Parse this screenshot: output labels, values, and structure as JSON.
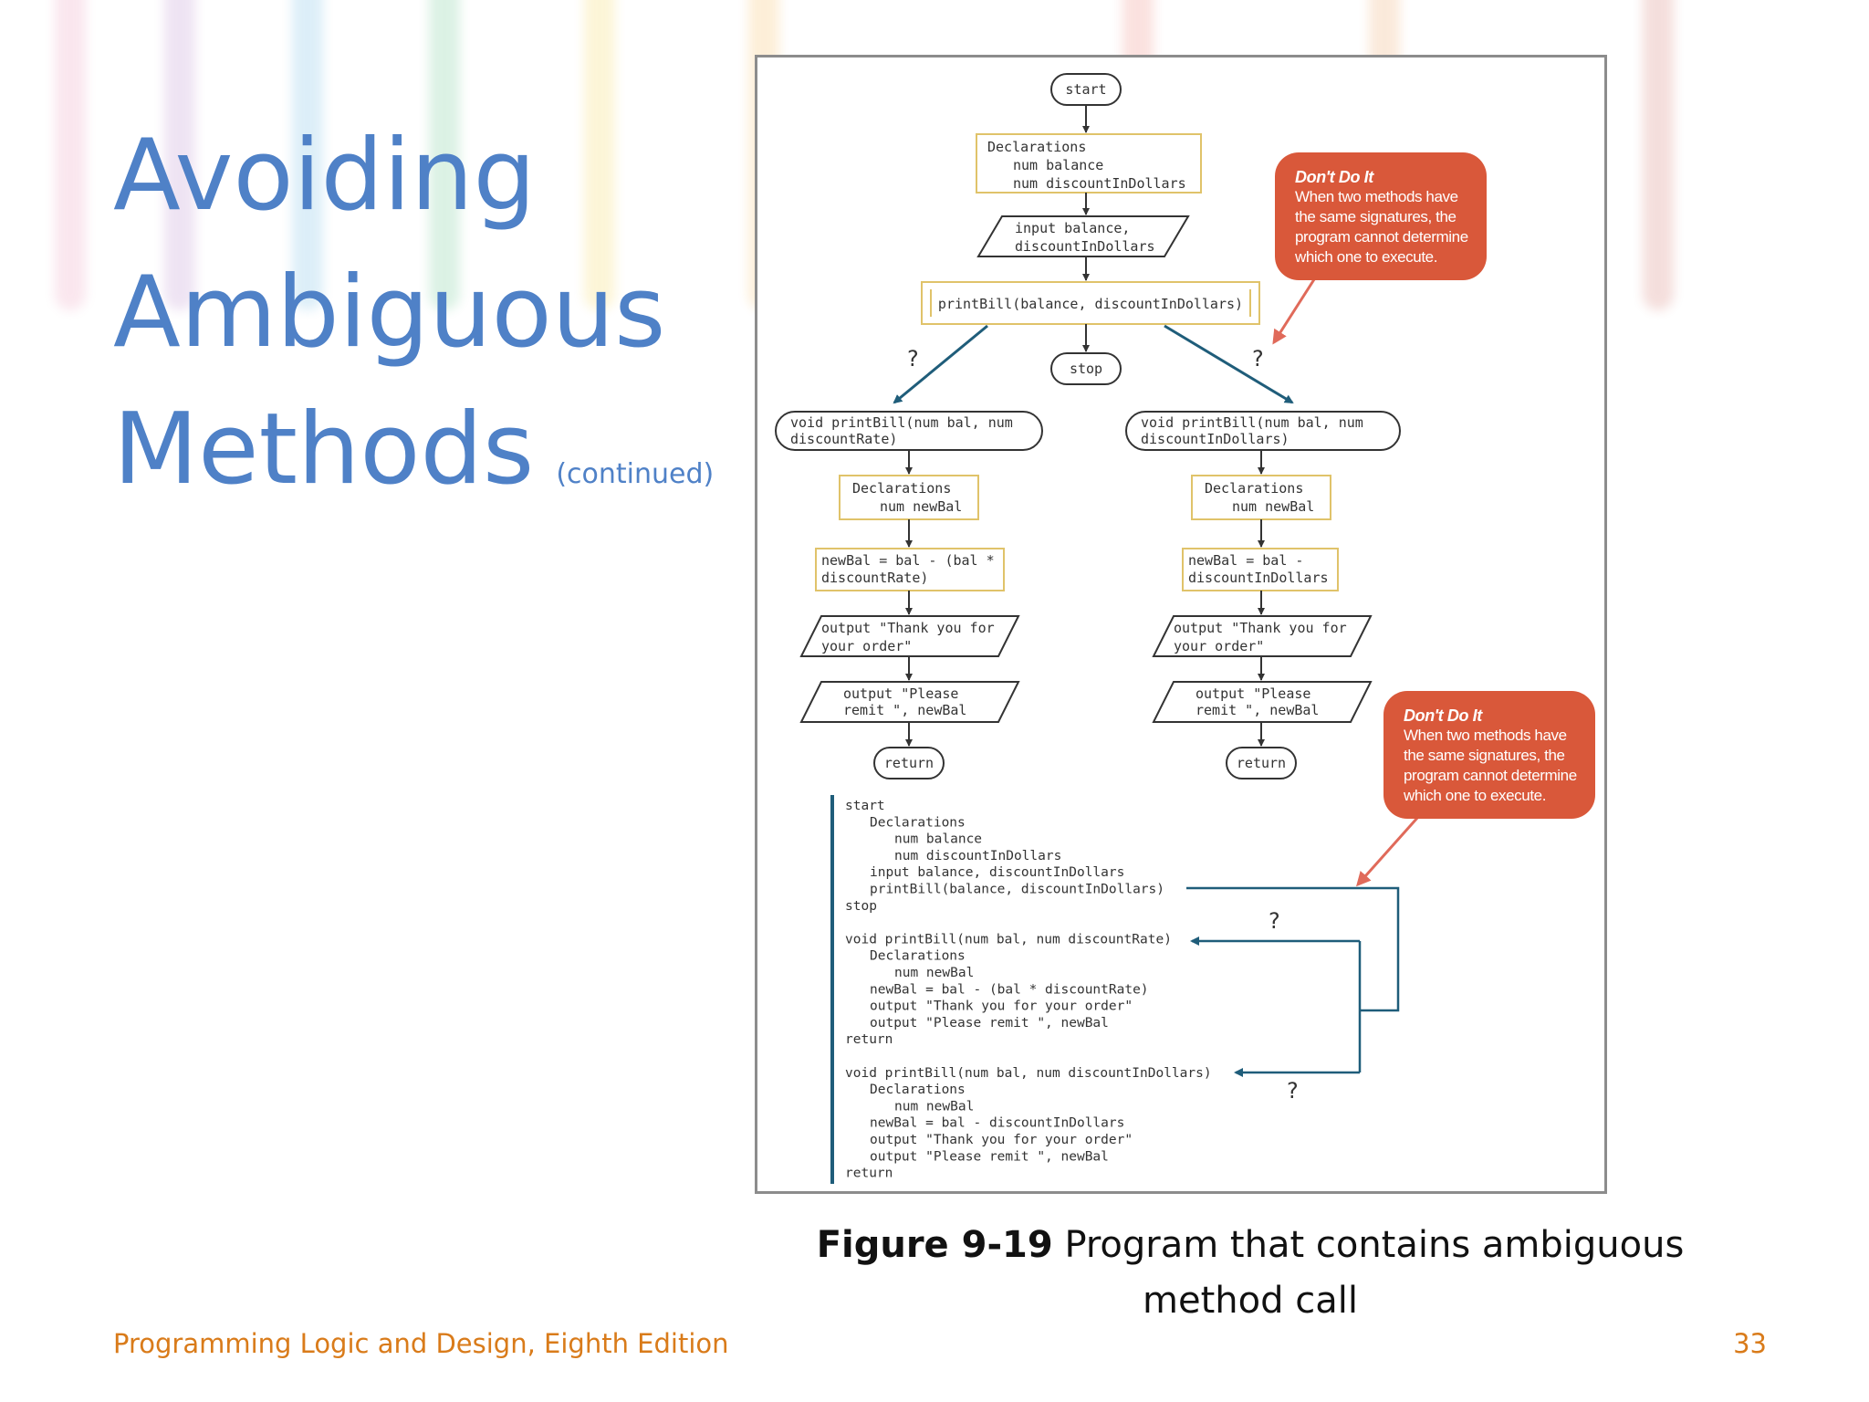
{
  "title": {
    "lines": [
      "Avoiding",
      "Ambiguous",
      "Methods"
    ],
    "continued": "(continued)"
  },
  "flowchart": {
    "start": "start",
    "declarations": [
      "Declarations",
      "num balance",
      "num discountInDollars"
    ],
    "input": [
      "input balance,",
      "discountInDollars"
    ],
    "call": "printBill(balance, discountInDollars)",
    "stop": "stop",
    "question_mark": "?",
    "left_method": {
      "header": [
        "void printBill(num bal, num",
        "discountRate)"
      ],
      "declarations": [
        "Declarations",
        "num newBal"
      ],
      "calc": [
        "newBal = bal - (bal *",
        "discountRate)"
      ],
      "output1": [
        "output \"Thank you for",
        "your order\""
      ],
      "output2": [
        "output \"Please",
        "remit \", newBal"
      ],
      "return": "return"
    },
    "right_method": {
      "header": [
        "void printBill(num bal, num",
        "discountInDollars)"
      ],
      "declarations": [
        "Declarations",
        "num newBal"
      ],
      "calc": [
        "newBal = bal -",
        "discountInDollars"
      ],
      "output1": [
        "output \"Thank you for",
        "your order\""
      ],
      "output2": [
        "output \"Please",
        "remit \", newBal"
      ],
      "return": "return"
    }
  },
  "pseudocode": [
    {
      "text": "start",
      "indent": 0
    },
    {
      "text": "Declarations",
      "indent": 1
    },
    {
      "text": "num balance",
      "indent": 2
    },
    {
      "text": "num discountInDollars",
      "indent": 2
    },
    {
      "text": "input balance, discountInDollars",
      "indent": 1
    },
    {
      "text": "printBill(balance, discountInDollars)",
      "indent": 1
    },
    {
      "text": "stop",
      "indent": 0
    },
    {
      "text": "",
      "indent": 0
    },
    {
      "text": "void printBill(num bal, num discountRate)",
      "indent": 0
    },
    {
      "text": "Declarations",
      "indent": 1
    },
    {
      "text": "num newBal",
      "indent": 2
    },
    {
      "text": "newBal = bal - (bal * discountRate)",
      "indent": 1
    },
    {
      "text": "output \"Thank you for your order\"",
      "indent": 1
    },
    {
      "text": "output \"Please remit \", newBal",
      "indent": 1
    },
    {
      "text": "return",
      "indent": 0
    },
    {
      "text": "",
      "indent": 0
    },
    {
      "text": "void printBill(num bal, num discountInDollars)",
      "indent": 0
    },
    {
      "text": "Declarations",
      "indent": 1
    },
    {
      "text": "num newBal",
      "indent": 2
    },
    {
      "text": "newBal = bal - discountInDollars",
      "indent": 1
    },
    {
      "text": "output \"Thank you for your order\"",
      "indent": 1
    },
    {
      "text": "output \"Please remit \", newBal",
      "indent": 1
    },
    {
      "text": "return",
      "indent": 0
    }
  ],
  "callouts": [
    {
      "heading": "Don't Do It",
      "body": "When two methods have the same signatures, the program cannot determine which one to execute."
    },
    {
      "heading": "Don't Do It",
      "body": "When two methods have the same signatures, the program cannot determine which one to execute."
    }
  ],
  "caption": {
    "label": "Figure 9-19",
    "text": "Program that contains ambiguous method call"
  },
  "footer": {
    "book": "Programming Logic and Design, Eighth Edition",
    "page": "33"
  },
  "colors": {
    "title": "#4f81c7",
    "footer": "#d97b1a",
    "callout": "#d9583a",
    "process_border": "#e0c36a",
    "arrow": "#1f5d7a",
    "callout_arrow": "#e06a5a"
  }
}
